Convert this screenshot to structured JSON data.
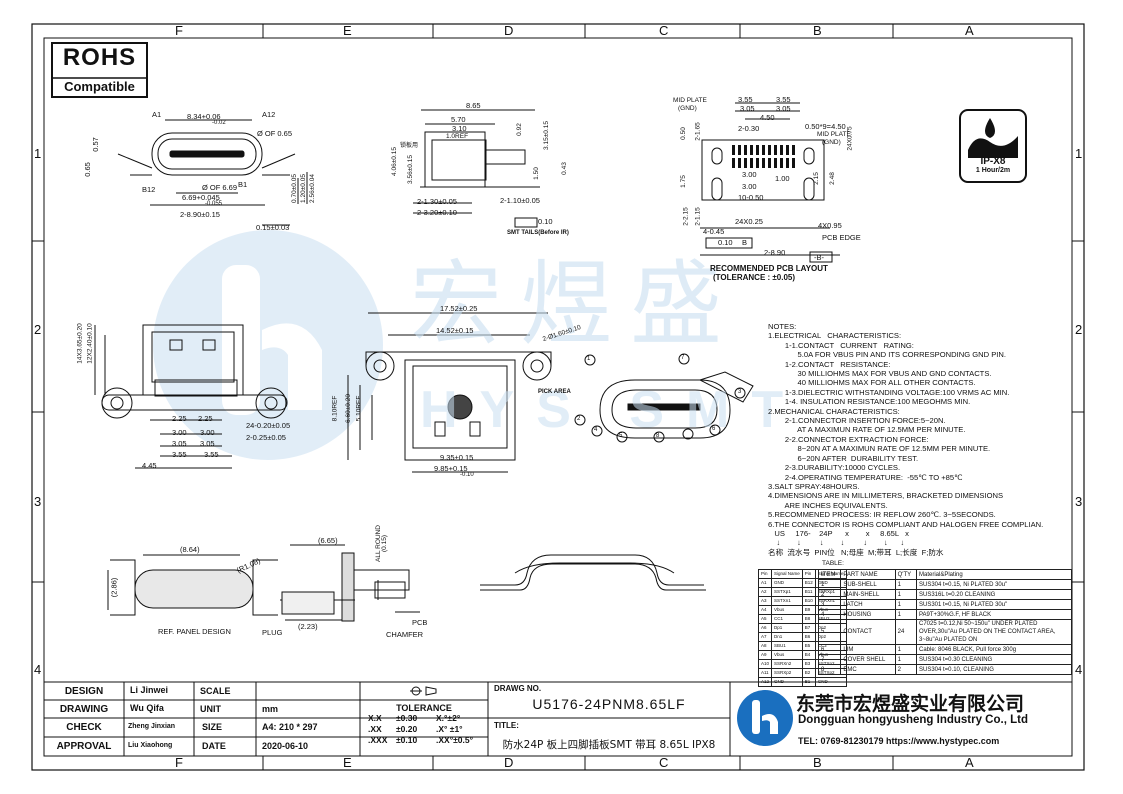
{
  "zones_top": [
    "F",
    "E",
    "D",
    "C",
    "B",
    "A"
  ],
  "zones_side": [
    "1",
    "2",
    "3",
    "4"
  ],
  "rohs": {
    "title": "ROHS",
    "subtitle": "Compatible"
  },
  "ipx": {
    "rating": "IP-X8",
    "duration": "1 Hour/2m"
  },
  "watermark": {
    "chars": "宏煜盛",
    "latin": "HYS SMT"
  },
  "views": {
    "front_top": [
      "A1",
      "A12",
      "8.34+0.06",
      "-0.02",
      "Ø OF 0.65",
      "0.57",
      "0.65",
      "B12",
      "B1",
      "Ø OF 6.69",
      "6.69+0.045",
      "-0.055",
      "2-8.90±0.15",
      "0.15±0.03",
      "0.70±0.05",
      "1.20±0.05",
      "2.56±0.04"
    ],
    "side_top": [
      "8.65",
      "5.70",
      "3.10",
      "1.0REF",
      "0.92",
      "3.15±0.15",
      "4.06±0.15",
      "3.56±0.15",
      "1.50",
      "0.43",
      "2-1.30±0.05",
      "2-3.20±0.10",
      "2-1.10±0.05",
      "0.10",
      "SMT TAILS(Before IR)",
      "锁板用"
    ],
    "pcb_layout": [
      "MID PLATE",
      "(GND)",
      "3.55",
      "3.55",
      "3.05",
      "3.05",
      "4.50",
      "0.50*9=4.50",
      "MID PLATE",
      "(GND)",
      "24X0.75",
      "2-0.30",
      "0.50",
      "2-1.65",
      "1.75",
      "3.00",
      "3.00",
      "1.00",
      "2.15",
      "2.48",
      "10-0.50",
      "24X0.25",
      "4-0.45",
      "0.10",
      "B",
      "4X0.95",
      "PCB EDGE",
      "2-8.90",
      "-B-",
      "2-2.15",
      "2-1.15",
      "RECOMMENDED PCB LAYOUT",
      "(TOLERANCE : ±0.05)"
    ],
    "front_mid": [
      "14X3.65±0.20",
      "12X2.40±0.10",
      "2.25",
      "2.25",
      "3.00",
      "3.00",
      "3.05",
      "3.05",
      "3.55",
      "3.55",
      "4.45",
      "24-0.20±0.05",
      "2-0.25±0.05"
    ],
    "top_mid": [
      "17.52±0.25",
      "14.52±0.15",
      "2-Ø1.60±0.10",
      "PICK AREA",
      "8.10REF",
      "6.60±0.20",
      "5.10REF",
      "9.35±0.15",
      "9.85+0.15",
      "-0.10"
    ],
    "iso_callouts": [
      "1",
      "2",
      "3",
      "4",
      "5",
      "6",
      "7",
      "8"
    ],
    "panel": [
      "(8.64)",
      "(R1.08)",
      "(2.86)",
      "REF. PANEL DESIGN",
      "(6.65)",
      "ALL ROUND",
      "(0.15)",
      "(2.23)",
      "PLUG",
      "PCB",
      "CHAMFER"
    ]
  },
  "notes": [
    "NOTES:",
    "1.ELECTRICAL   CHARACTERISTICS:",
    "        1-1.CONTACT   CURRENT   RATING:",
    "              5.0A FOR VBUS PIN AND ITS CORRESPONDING GND PIN.",
    "        1-2.CONTACT   RESISTANCE:",
    "              30 MILLIOHMS MAX FOR VBUS AND GND CONTACTS.",
    "              40 MILLIOHMS MAX FOR ALL OTHER CONTACTS.",
    "        1-3.DIELECTRIC WITHSTANDING VOLTAGE:100 VRMS AC MIN.",
    "        1-4. INSULATION RESISTANCE:100 MEGOHMS MIN.",
    "2.MECHANICAL CHARACTERISTICS:",
    "        2-1.CONNECTOR INSERTION FORCE:5~20N.",
    "              AT A MAXIMUN RATE OF 12.5MM PER MINUTE.",
    "        2-2.CONNECTOR EXTRACTION FORCE:",
    "              8~20N AT A MAXIMUN RATE OF 12.5MM PER MINUTE.",
    "              6~20N AFTER  DURABILITY TEST.",
    "        2-3.DURABILITY:10000 CYCLES.",
    "        2-4.OPERATING TEMPERATURE:  -55℃ TO +85℃",
    "3.SALT SPRAY:48HOURS.",
    "4.DIMENSIONS ARE IN MILLIMETERS, BRACKETED DIMENSIONS",
    "        ARE INCHES EQUIVALENTS.",
    "5.RECOMMENED PROCESS: IR REFLOW 260℃. 3~5SECONDS.",
    "6.THE CONNECTOR IS ROHS COMPLIANT AND HALOGEN FREE COMPLIAN.",
    "   US     176-    24P      x        x     8.65L   x",
    "    ↓        ↓         ↓        ↓         ↓        ↓      ↓",
    "名称  流水号  PIN位   N;母座  M;带耳  L;长度  F;防水"
  ],
  "table": {
    "caption": "TABLE:",
    "pin_headers": [
      "Pin",
      "Signal Name",
      "Pin",
      "Signal Name"
    ],
    "pins": [
      [
        "A1",
        "GND",
        "B12",
        "GND"
      ],
      [
        "A2",
        "SSTXp1",
        "B11",
        "SSRXp1"
      ],
      [
        "A3",
        "SSTXn1",
        "B10",
        "SSRXn1"
      ],
      [
        "A4",
        "Vbus",
        "B9",
        "Vbus"
      ],
      [
        "A5",
        "CC1",
        "B8",
        "SBU2"
      ],
      [
        "A6",
        "Dp1",
        "B7",
        "Dn2"
      ],
      [
        "A7",
        "Dn1",
        "B6",
        "Dp2"
      ],
      [
        "A8",
        "SBU1",
        "B5",
        "CC2"
      ],
      [
        "A9",
        "Vbus",
        "B4",
        "Vbus"
      ],
      [
        "A10",
        "SSRXn2",
        "B3",
        "SSTXn2"
      ],
      [
        "A11",
        "SSRXp2",
        "B2",
        "SSTXp2"
      ],
      [
        "A12",
        "GND",
        "B1",
        "GND"
      ]
    ],
    "headers": [
      "ITEM",
      "PART NAME",
      "Q'TY",
      "Material&Plating"
    ],
    "rows": [
      [
        "1",
        "SUB-SHELL",
        "1",
        "SUS304 t=0.15, Ni PLATED 30u\""
      ],
      [
        "2",
        "MAIN-SHELL",
        "1",
        "SUS316L t=0.20 CLEANING"
      ],
      [
        "3",
        "LATCH",
        "1",
        "SUS301 t=0.15, Ni PLATED 30u\""
      ],
      [
        "4",
        "HOUSING",
        "1",
        "PA9T+30%G.F, HF BLACK"
      ],
      [
        "5",
        "CONTACT",
        "24",
        "C7025 t=0.12,Ni 50~150u\" UNDER PLATED OVER,30u\"Au PLATED ON THE CONTACT AREA, 3~8u\"Au PLATED ON"
      ],
      [
        "6",
        "LIM",
        "1",
        "Cable: 8046 BLACK, Pull force 300g"
      ],
      [
        "7",
        "COVER SHELL",
        "1",
        "SUS304 t=0.30 CLEANING"
      ],
      [
        "8",
        "EMC",
        "2",
        "SUS304 t=0.10, CLEANING"
      ]
    ]
  },
  "title_block": {
    "design_label": "DESIGN",
    "design_name": "Li Jinwei",
    "scale_label": "SCALE",
    "drawing_label": "DRAWING",
    "drawing_name": "Wu Qifa",
    "unit_label": "UNIT",
    "unit_value": "mm",
    "check_label": "CHECK",
    "check_name": "Zheng Jinxian",
    "size_label": "SIZE",
    "size_value": "A4: 210 * 297",
    "approval_label": "APPROVAL",
    "approval_name": "Liu Xiaohong",
    "date_label": "DATE",
    "date_value": "2020-06-10",
    "tolerance_label": "TOLERANCE",
    "tol": [
      [
        "X.X",
        "±0.30",
        "X.°±2°"
      ],
      [
        ".XX",
        "±0.20",
        ".X° ±1°"
      ],
      [
        ".XXX",
        "±0.10",
        ".XX°±0.5°"
      ]
    ],
    "drawing_no_label": "DRAWG NO.",
    "drawing_no": "U5176-24PNM8.65LF",
    "title_label": "TITLE:",
    "title": "防水24P 板上四脚插板SMT 带耳 8.65L IPX8",
    "company_cn": "东莞市宏煜盛实业有限公司",
    "company_en": "Dongguan hongyusheng Industry Co., Ltd",
    "contact": "TEL: 0769-81230179   https://www.hystypec.com"
  },
  "colors": {
    "logo_blue": "#1a6fbf",
    "logo_light": "#5aa4e0",
    "watermark": "#c9dff1",
    "line": "#111111"
  }
}
